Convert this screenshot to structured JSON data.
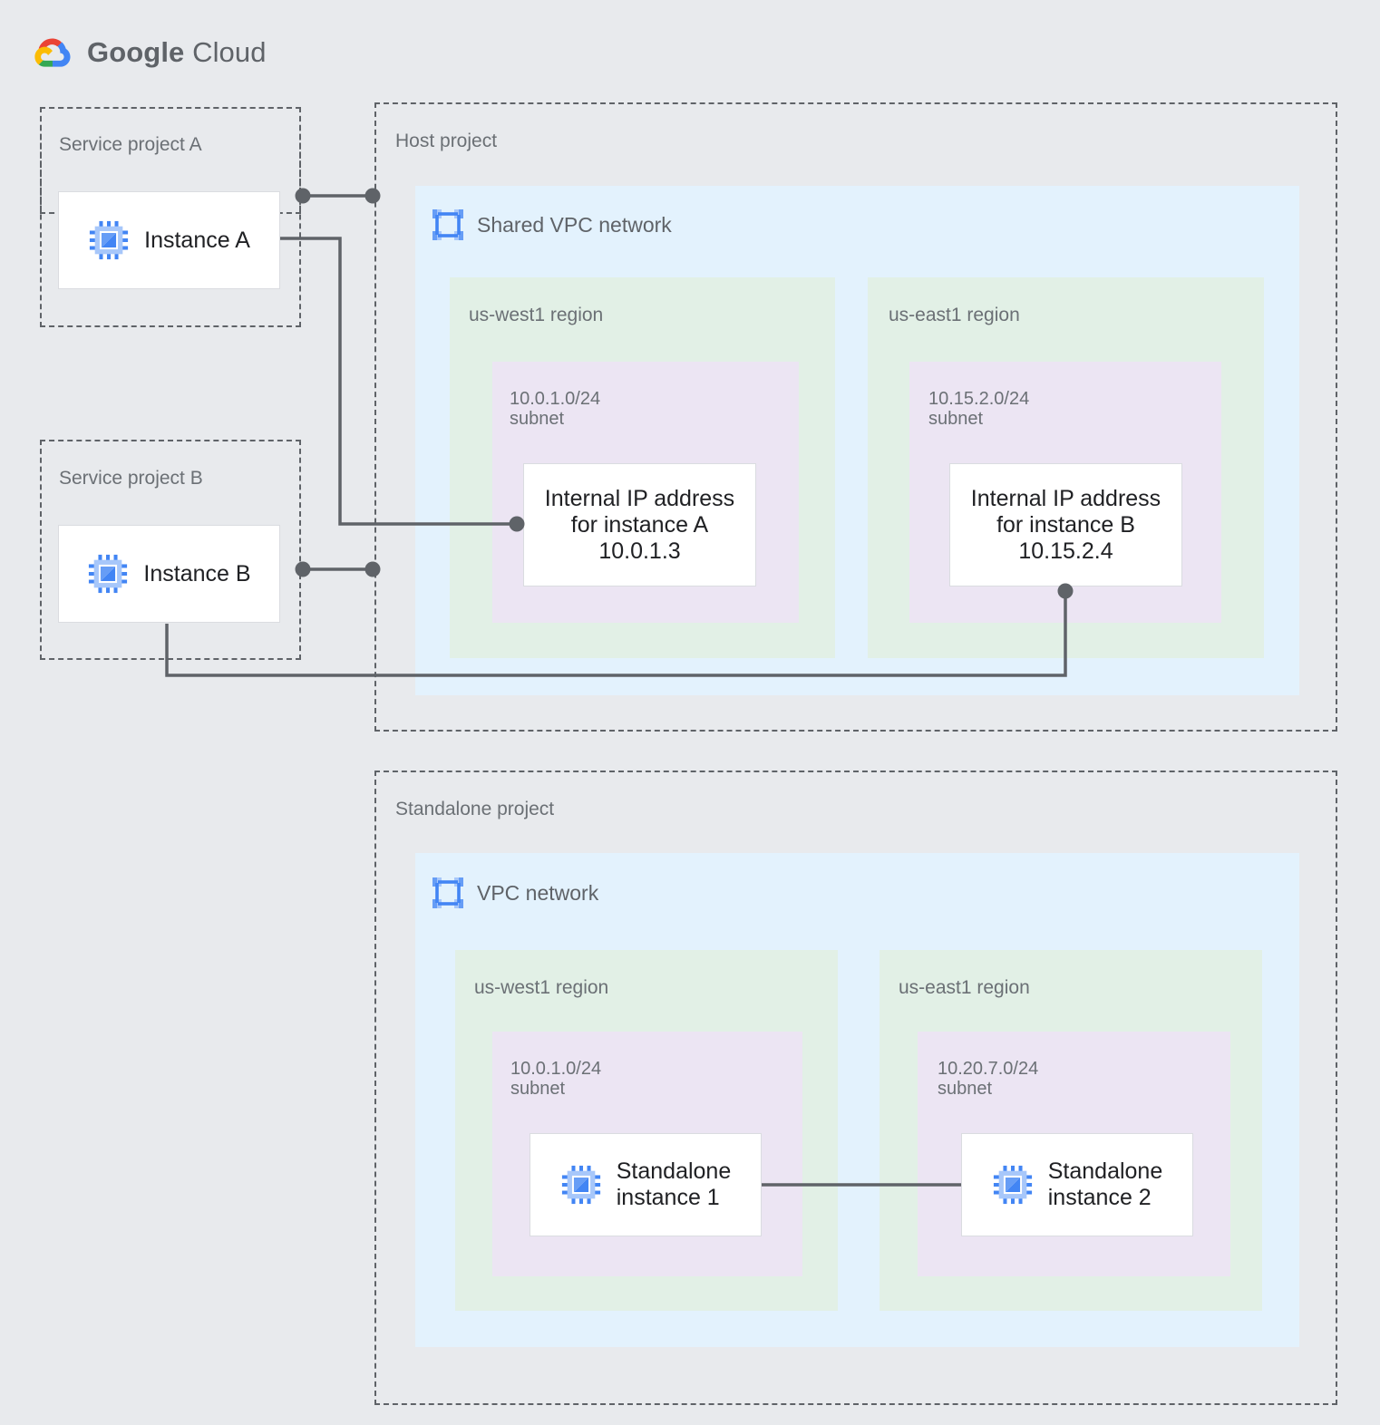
{
  "brand": {
    "name_bold": "Google",
    "name_light": " Cloud",
    "logo_icon": "google-cloud-logo",
    "colors": {
      "red": "#EA4335",
      "blue": "#4285F4",
      "yellow": "#FBBC05",
      "green": "#34A853"
    }
  },
  "canvas": {
    "background": "#e8eaed",
    "project_border": "#5f6368",
    "vpc_fill": "#e3f2fd",
    "region_fill": "#e2f0e6",
    "subnet_fill": "#ece5f3",
    "card_fill": "#ffffff",
    "card_border": "#dadce0",
    "wire_color": "#5f6368",
    "icon_blue": "#4285f4",
    "icon_blue_light": "#a7c7fa"
  },
  "service_project_a": {
    "label": "Service project A",
    "instance": {
      "icon": "vm-instance-icon",
      "label": "Instance A"
    }
  },
  "service_project_b": {
    "label": "Service project B",
    "instance": {
      "icon": "vm-instance-icon",
      "label": "Instance B"
    }
  },
  "host_project": {
    "label": "Host project",
    "network": {
      "icon": "vpc-network-icon",
      "title": "Shared VPC network",
      "regions": [
        {
          "label": "us-west1 region",
          "subnet": {
            "label": "10.0.1.0/24\nsubnet",
            "cidr": "10.0.1.0/24",
            "card": {
              "text": "Internal IP address\nfor instance A\n10.0.1.3",
              "ip": "10.0.1.3"
            }
          }
        },
        {
          "label": "us-east1 region",
          "subnet": {
            "label": "10.15.2.0/24\nsubnet",
            "cidr": "10.15.2.0/24",
            "card": {
              "text": "Internal IP address\nfor instance B\n10.15.2.4",
              "ip": "10.15.2.4"
            }
          }
        }
      ]
    }
  },
  "standalone_project": {
    "label": "Standalone project",
    "network": {
      "icon": "vpc-network-icon",
      "title": "VPC network",
      "regions": [
        {
          "label": "us-west1 region",
          "subnet": {
            "label": "10.0.1.0/24\nsubnet",
            "cidr": "10.0.1.0/24",
            "instance": {
              "icon": "vm-instance-icon",
              "label": "Standalone\ninstance 1"
            }
          }
        },
        {
          "label": "us-east1 region",
          "subnet": {
            "label": "10.20.7.0/24\nsubnet",
            "cidr": "10.20.7.0/24",
            "instance": {
              "icon": "vm-instance-icon",
              "label": "Standalone\ninstance 2"
            }
          }
        }
      ]
    }
  }
}
